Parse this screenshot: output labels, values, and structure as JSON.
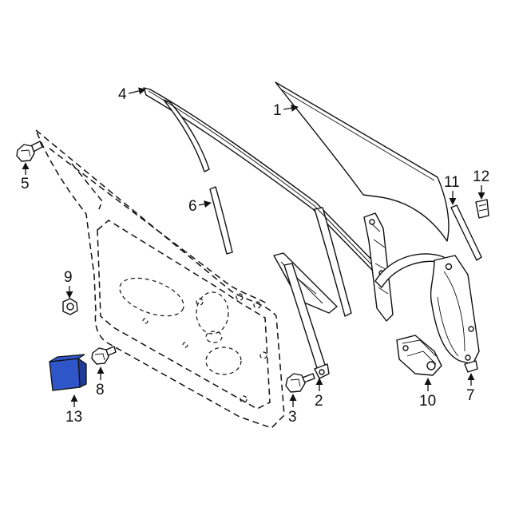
{
  "diagram": {
    "highlight_color": "#2f56c9",
    "highlight_side_color": "#1e3c98",
    "line_color": "#111111",
    "callouts": [
      {
        "label": "1"
      },
      {
        "label": "2"
      },
      {
        "label": "3"
      },
      {
        "label": "4"
      },
      {
        "label": "5"
      },
      {
        "label": "6"
      },
      {
        "label": "7"
      },
      {
        "label": "8"
      },
      {
        "label": "9"
      },
      {
        "label": "10"
      },
      {
        "label": "11"
      },
      {
        "label": "12"
      },
      {
        "label": "13"
      }
    ]
  }
}
